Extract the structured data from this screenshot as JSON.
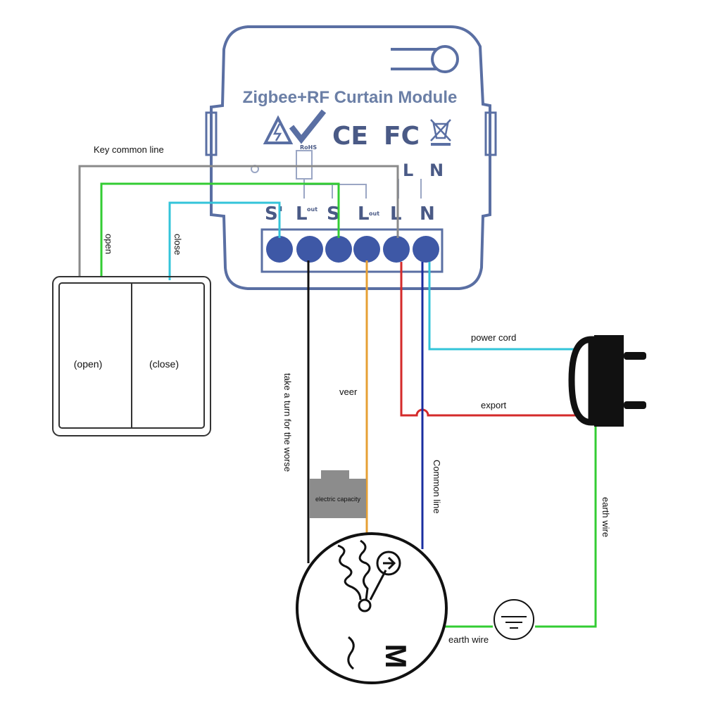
{
  "module": {
    "title": "Zigbee+RF Curtain Module",
    "certifications": [
      "CE",
      "FC"
    ],
    "top_terminals": [
      "L",
      "N"
    ],
    "bottom_terminals": [
      "S'",
      "L",
      "S",
      "L",
      "L",
      "N"
    ],
    "terminal_subscripts": [
      "",
      "out",
      "",
      "out",
      "",
      ""
    ]
  },
  "labels": {
    "key_common_line": "Key common line",
    "open_wire": "open",
    "close_wire": "close",
    "power_cord": "power cord",
    "export": "export",
    "take_a_turn": "take a turn for the worse",
    "veer": "veer",
    "common_line": "Common line",
    "earth_wire_vertical": "earth wire",
    "earth_wire_bottom": "earth wire",
    "electric_capacity": "electric capacity"
  },
  "switch": {
    "left_label": "(open)",
    "right_label": "(close)"
  },
  "motor": {
    "symbol": "M"
  },
  "colors": {
    "module": "#5a6fa3",
    "terminal": "#3e58a6",
    "gray_wire": "#8a8a8a",
    "green_wire": "#33cc33",
    "cyan_wire": "#33c4d9",
    "black_wire": "#111111",
    "orange_wire": "#e6a034",
    "red_wire": "#d42a2a",
    "blue_wire": "#1a2ea0",
    "capacitor": "#8c8c8c"
  },
  "icons": [
    "module-screw-hole-icon",
    "warning-icon",
    "rohs-check-icon",
    "ce-mark",
    "fc-mark",
    "weee-bin-icon",
    "plug-icon",
    "ground-icon",
    "motor-coil-icon"
  ]
}
